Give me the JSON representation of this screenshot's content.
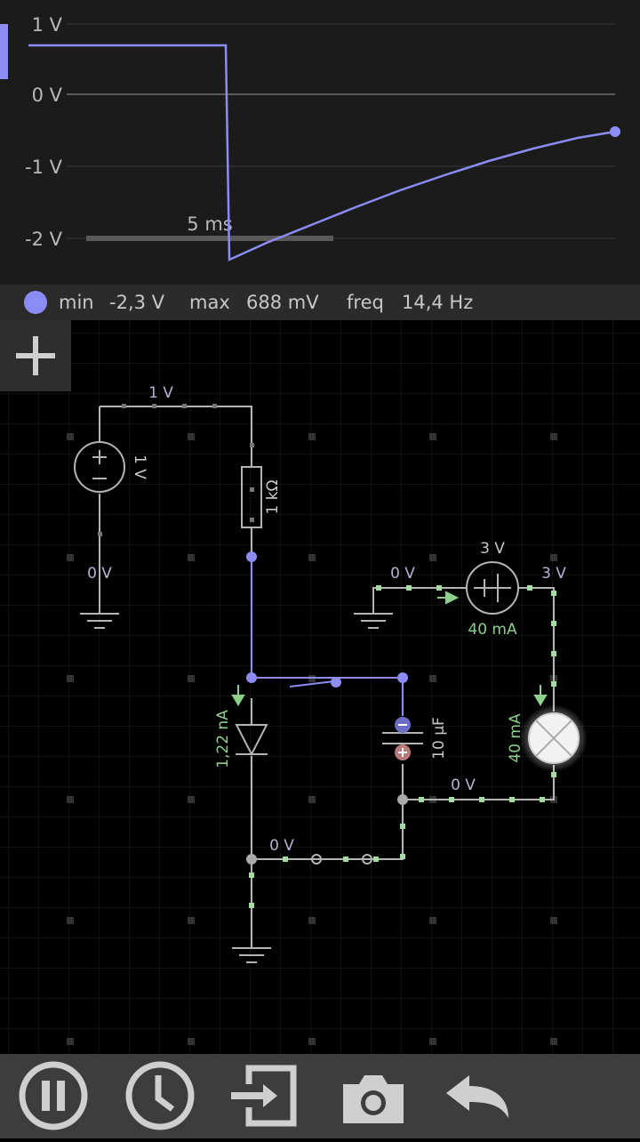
{
  "scope": {
    "y_axis_labels": [
      "1 V",
      "0 V",
      "-1 V",
      "-2 V"
    ],
    "time_scale_label": "5 ms",
    "trace_color": "#8c8cf5"
  },
  "status": {
    "min_label": "min",
    "min_value": "-2,3 V",
    "max_label": "max",
    "max_value": "688 mV",
    "freq_label": "freq",
    "freq_value": "14,4 Hz"
  },
  "circuit": {
    "source_wire_voltage": "1 V",
    "dc_source_value": "1 V",
    "source_bottom_voltage": "0 V",
    "resistor_value": "1 kΩ",
    "battery_left_voltage": "0 V",
    "battery_value": "3 V",
    "battery_right_voltage": "3 V",
    "battery_current": "40 mA",
    "diode_current": "1,22 nA",
    "capacitor_value": "10 µF",
    "lamp_current": "40 mA",
    "lamp_bottom_wire_voltage": "0 V",
    "bottom_wire_voltage": "0 V"
  },
  "colors": {
    "wire_neutral": "#b4b4b4",
    "wire_high": "#8c8cf5",
    "current_flow": "#a4dca4",
    "label_default": "#b4b4d2",
    "label_current": "#8cd08c"
  },
  "toolbar": {
    "buttons": [
      "pause-icon",
      "clock-icon",
      "export-icon",
      "camera-icon",
      "undo-icon"
    ]
  }
}
